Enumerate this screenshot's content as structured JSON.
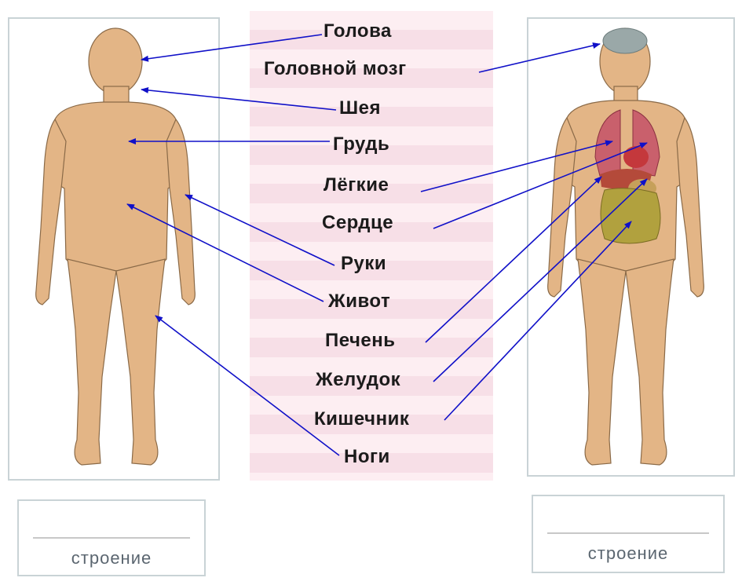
{
  "labels": {
    "head": "Голова",
    "brain": "Головной  мозг",
    "neck": "Шея",
    "chest": "Грудь",
    "lungs": "Лёгкие",
    "heart": "Сердце",
    "arms": "Руки",
    "belly": "Живот",
    "liver": "Печень",
    "stomach": "Желудок",
    "intestine": "Кишечник",
    "legs": "Ноги"
  },
  "captions": {
    "left": "строение",
    "right": "строение"
  },
  "colors": {
    "arrow": "#1010c8",
    "skin": "#e3b586",
    "lungs": "#c9606c",
    "heart": "#c4383c",
    "liver": "#b44a3a",
    "intestine": "#b1a13e",
    "brain": "#9aa8a8"
  }
}
